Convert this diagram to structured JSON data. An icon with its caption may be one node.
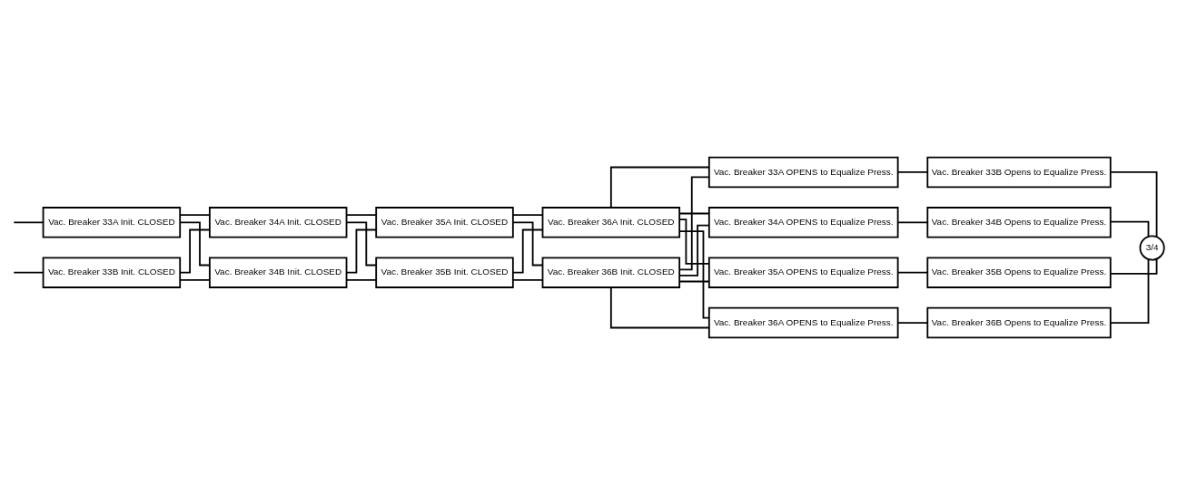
{
  "diagram": {
    "nodes": [
      {
        "text": [
          "Vac. Breaker 33A Init. CLOSED"
        ]
      },
      {
        "text": [
          "Vac. Breaker 33B Init. CLOSED"
        ]
      },
      {
        "text": [
          "Vac. Breaker 34A Init. CLOSED"
        ]
      },
      {
        "text": [
          "Vac. Breaker 34B Init. CLOSED"
        ]
      },
      {
        "text": [
          "Vac. Breaker 35A Init. CLOSED"
        ]
      },
      {
        "text": [
          "Vac. Breaker 35B Init. CLOSED"
        ]
      },
      {
        "text": [
          "Vac. Breaker 36A Init. CLOSED"
        ]
      },
      {
        "text": [
          "Vac. Breaker 36B Init. CLOSED"
        ]
      },
      {
        "text": [
          "Vac. Breaker 33A OPENS to Equalize Press."
        ]
      },
      {
        "text": [
          "Vac. Breaker 33B Opens to Equalize Press."
        ]
      },
      {
        "text": [
          "Vac. Breaker 34A OPENS to Equalize Press."
        ]
      },
      {
        "text": [
          "Vac. Breaker 34B Opens to Equalize Press."
        ]
      },
      {
        "text": [
          "Vac. Breaker 35A OPENS to Equalize Press."
        ]
      },
      {
        "text": [
          "Vac. Breaker 35B Opens to Equalize Press."
        ]
      },
      {
        "text": [
          "Vac. Breaker 36A OPENS to Equalize Press."
        ]
      },
      {
        "text": [
          "Vac. Breaker 36B Opens to Equalize Press."
        ]
      },
      {
        "text": [
          "3/4"
        ]
      }
    ],
    "edges": [
      {
        "from": null,
        "to": 0,
        "arrow": "none"
      },
      {
        "from": null,
        "to": 1,
        "arrow": "none"
      },
      {
        "from": 0,
        "to": 2,
        "arrow": "none"
      },
      {
        "from": 0,
        "to": 3,
        "arrow": "none"
      },
      {
        "from": 1,
        "to": 2,
        "arrow": "none"
      },
      {
        "from": 1,
        "to": 3,
        "arrow": "none"
      },
      {
        "from": 2,
        "to": 4,
        "arrow": "none"
      },
      {
        "from": 2,
        "to": 5,
        "arrow": "none"
      },
      {
        "from": 3,
        "to": 4,
        "arrow": "none"
      },
      {
        "from": 3,
        "to": 5,
        "arrow": "none"
      },
      {
        "from": 4,
        "to": 6,
        "arrow": "none"
      },
      {
        "from": 4,
        "to": 7,
        "arrow": "none"
      },
      {
        "from": 5,
        "to": 6,
        "arrow": "none"
      },
      {
        "from": 5,
        "to": 7,
        "arrow": "none"
      },
      {
        "from": 6,
        "to": 8,
        "arrow": "none"
      },
      {
        "from": 6,
        "to": 10,
        "arrow": "none"
      },
      {
        "from": 6,
        "to": 12,
        "arrow": "none"
      },
      {
        "from": 6,
        "to": 14,
        "arrow": "none"
      },
      {
        "from": 7,
        "to": 8,
        "arrow": "none"
      },
      {
        "from": 7,
        "to": 10,
        "arrow": "none"
      },
      {
        "from": 7,
        "to": 12,
        "arrow": "none"
      },
      {
        "from": 7,
        "to": 14,
        "arrow": "none"
      },
      {
        "from": 8,
        "to": 9,
        "arrow": "none"
      },
      {
        "from": 10,
        "to": 11,
        "arrow": "none"
      },
      {
        "from": 12,
        "to": 13,
        "arrow": "none"
      },
      {
        "from": 14,
        "to": 15,
        "arrow": "none"
      },
      {
        "from": 9,
        "to": 16,
        "arrow": "none"
      },
      {
        "from": 11,
        "to": 16,
        "arrow": "none"
      },
      {
        "from": 13,
        "to": 16,
        "arrow": "none"
      },
      {
        "from": 15,
        "to": 16,
        "arrow": "none"
      }
    ]
  }
}
